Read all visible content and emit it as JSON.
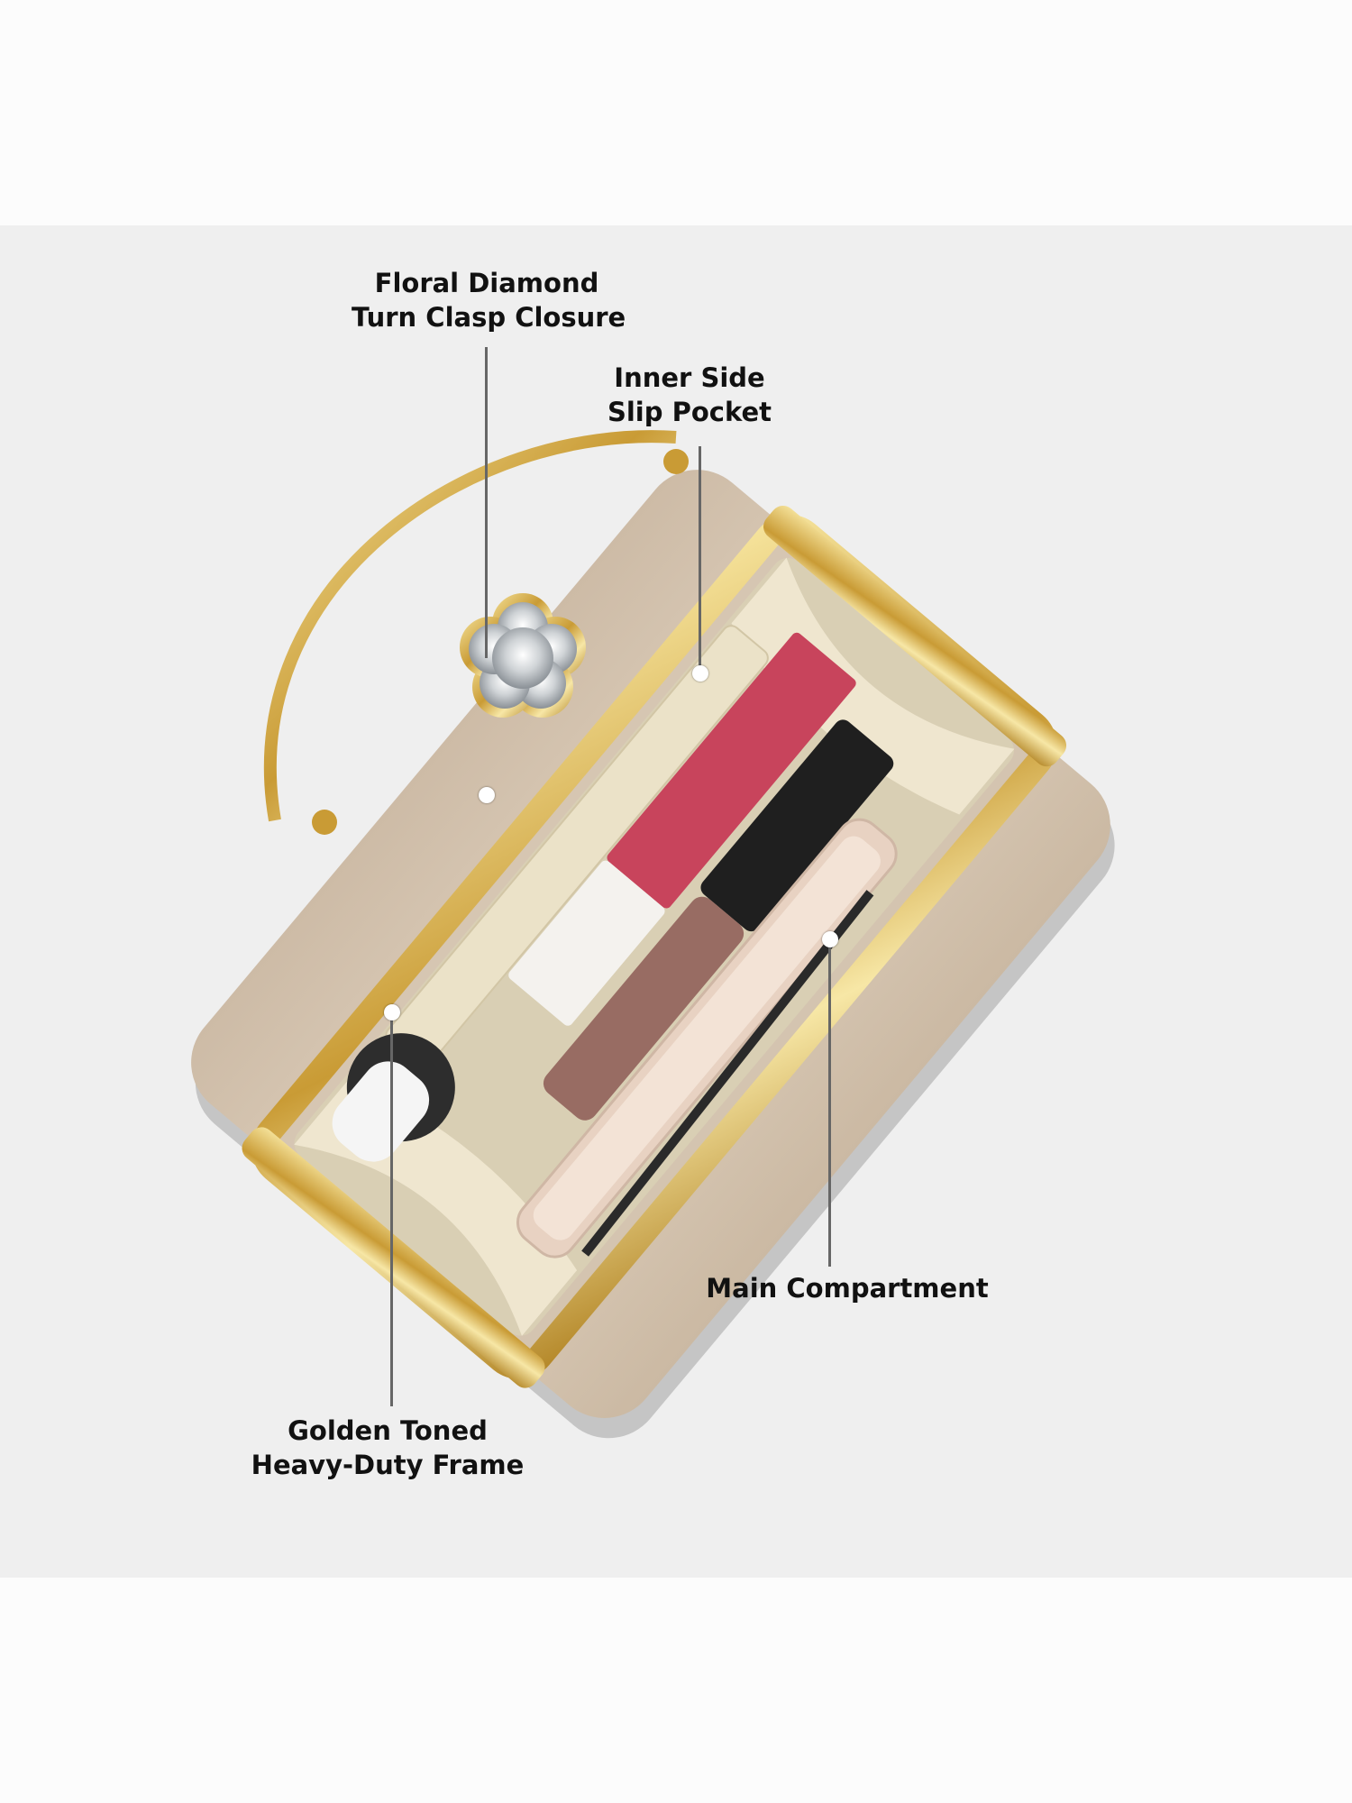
{
  "callouts": {
    "clasp": {
      "line1": "Floral Diamond",
      "line2": "Turn Clasp Closure"
    },
    "pocket": {
      "line1": "Inner Side",
      "line2": "Slip Pocket"
    },
    "compartment": {
      "line1": "Main Compartment"
    },
    "frame": {
      "line1": "Golden Toned",
      "line2": "Heavy-Duty Frame"
    }
  },
  "colors": {
    "background": "#efefef",
    "suede": "#d8c8b4",
    "gold": "#d4b24c",
    "lining": "#efe6cf",
    "lipstick": "#c8445c"
  },
  "icons": {
    "clasp": "flower-crystal-icon"
  }
}
